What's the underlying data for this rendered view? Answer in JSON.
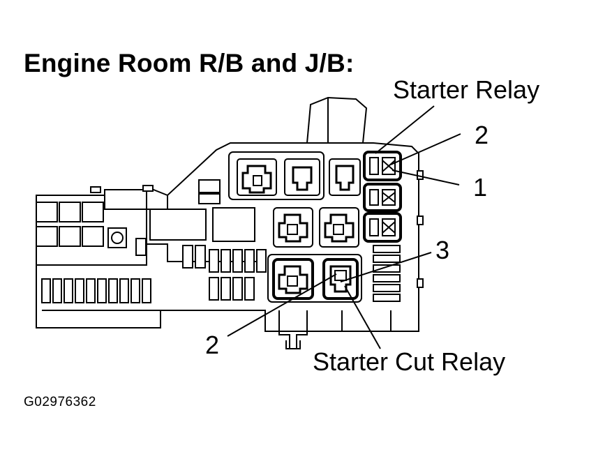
{
  "title": "Engine Room R/B and J/B:",
  "callouts": {
    "starter_relay": "Starter Relay",
    "starter_cut_relay": "Starter Cut Relay",
    "pin_2_top": "2",
    "pin_1": "1",
    "pin_3": "3",
    "pin_2_bottom": "2"
  },
  "figure_id": "G02976362"
}
